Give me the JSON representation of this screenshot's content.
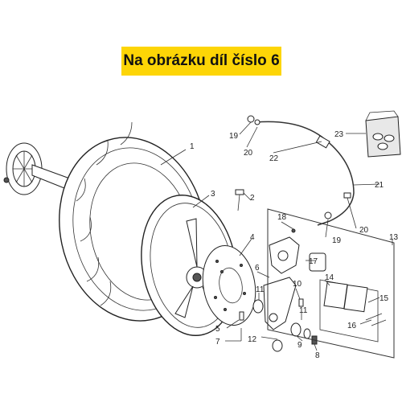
{
  "banner": {
    "text": "Na obrázku díl číslo 6"
  },
  "colors": {
    "banner_bg": "#fdd506",
    "line": "#333333"
  },
  "callouts": [
    "1",
    "2",
    "3",
    "4",
    "5",
    "6",
    "7",
    "8",
    "9",
    "10",
    "11",
    "11",
    "12",
    "13",
    "14",
    "15",
    "16",
    "17",
    "18",
    "19",
    "19",
    "20",
    "20",
    "21",
    "22",
    "23"
  ]
}
